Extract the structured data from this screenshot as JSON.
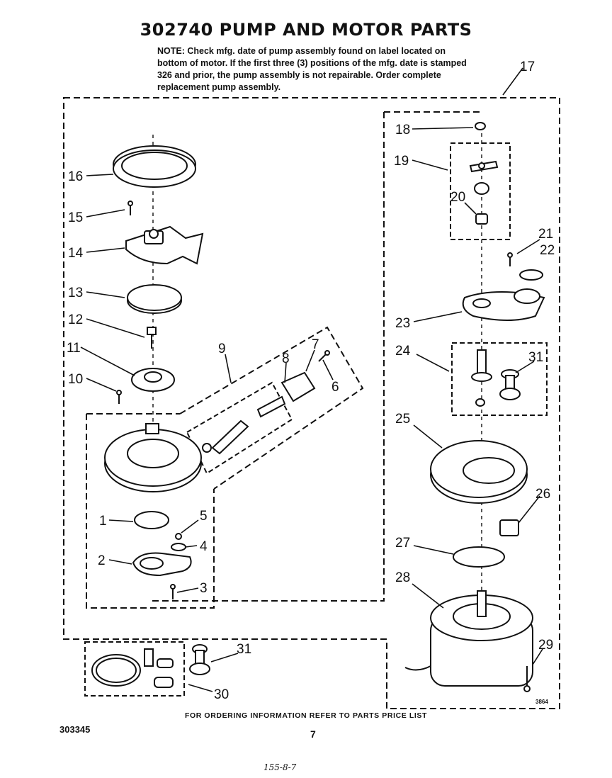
{
  "title": "302740 PUMP AND MOTOR PARTS",
  "note": "NOTE:   Check mfg. date of pump assembly found on label located on bottom of motor. If the first three (3) positions of the mfg. date is stamped 326 and prior, the pump assembly is not repairable. Order complete replacement pump assembly.",
  "footer": {
    "ordering_info": "FOR ORDERING INFORMATION REFER TO PARTS PRICE LIST",
    "document_number": "303345",
    "page_number": "7",
    "handwritten_note": "155-8-7",
    "figure_code": "3864"
  },
  "callouts": {
    "c1": "1",
    "c2": "2",
    "c3": "3",
    "c4": "4",
    "c5": "5",
    "c6": "6",
    "c7": "7",
    "c8": "8",
    "c9": "9",
    "c10": "10",
    "c11": "11",
    "c12": "12",
    "c13": "13",
    "c14": "14",
    "c15": "15",
    "c16": "16",
    "c17": "17",
    "c18": "18",
    "c19": "19",
    "c20": "20",
    "c21": "21",
    "c22": "22",
    "c23": "23",
    "c24": "24",
    "c25": "25",
    "c26": "26",
    "c27": "27",
    "c28": "28",
    "c29": "29",
    "c30": "30",
    "c31a": "31",
    "c31b": "31"
  }
}
